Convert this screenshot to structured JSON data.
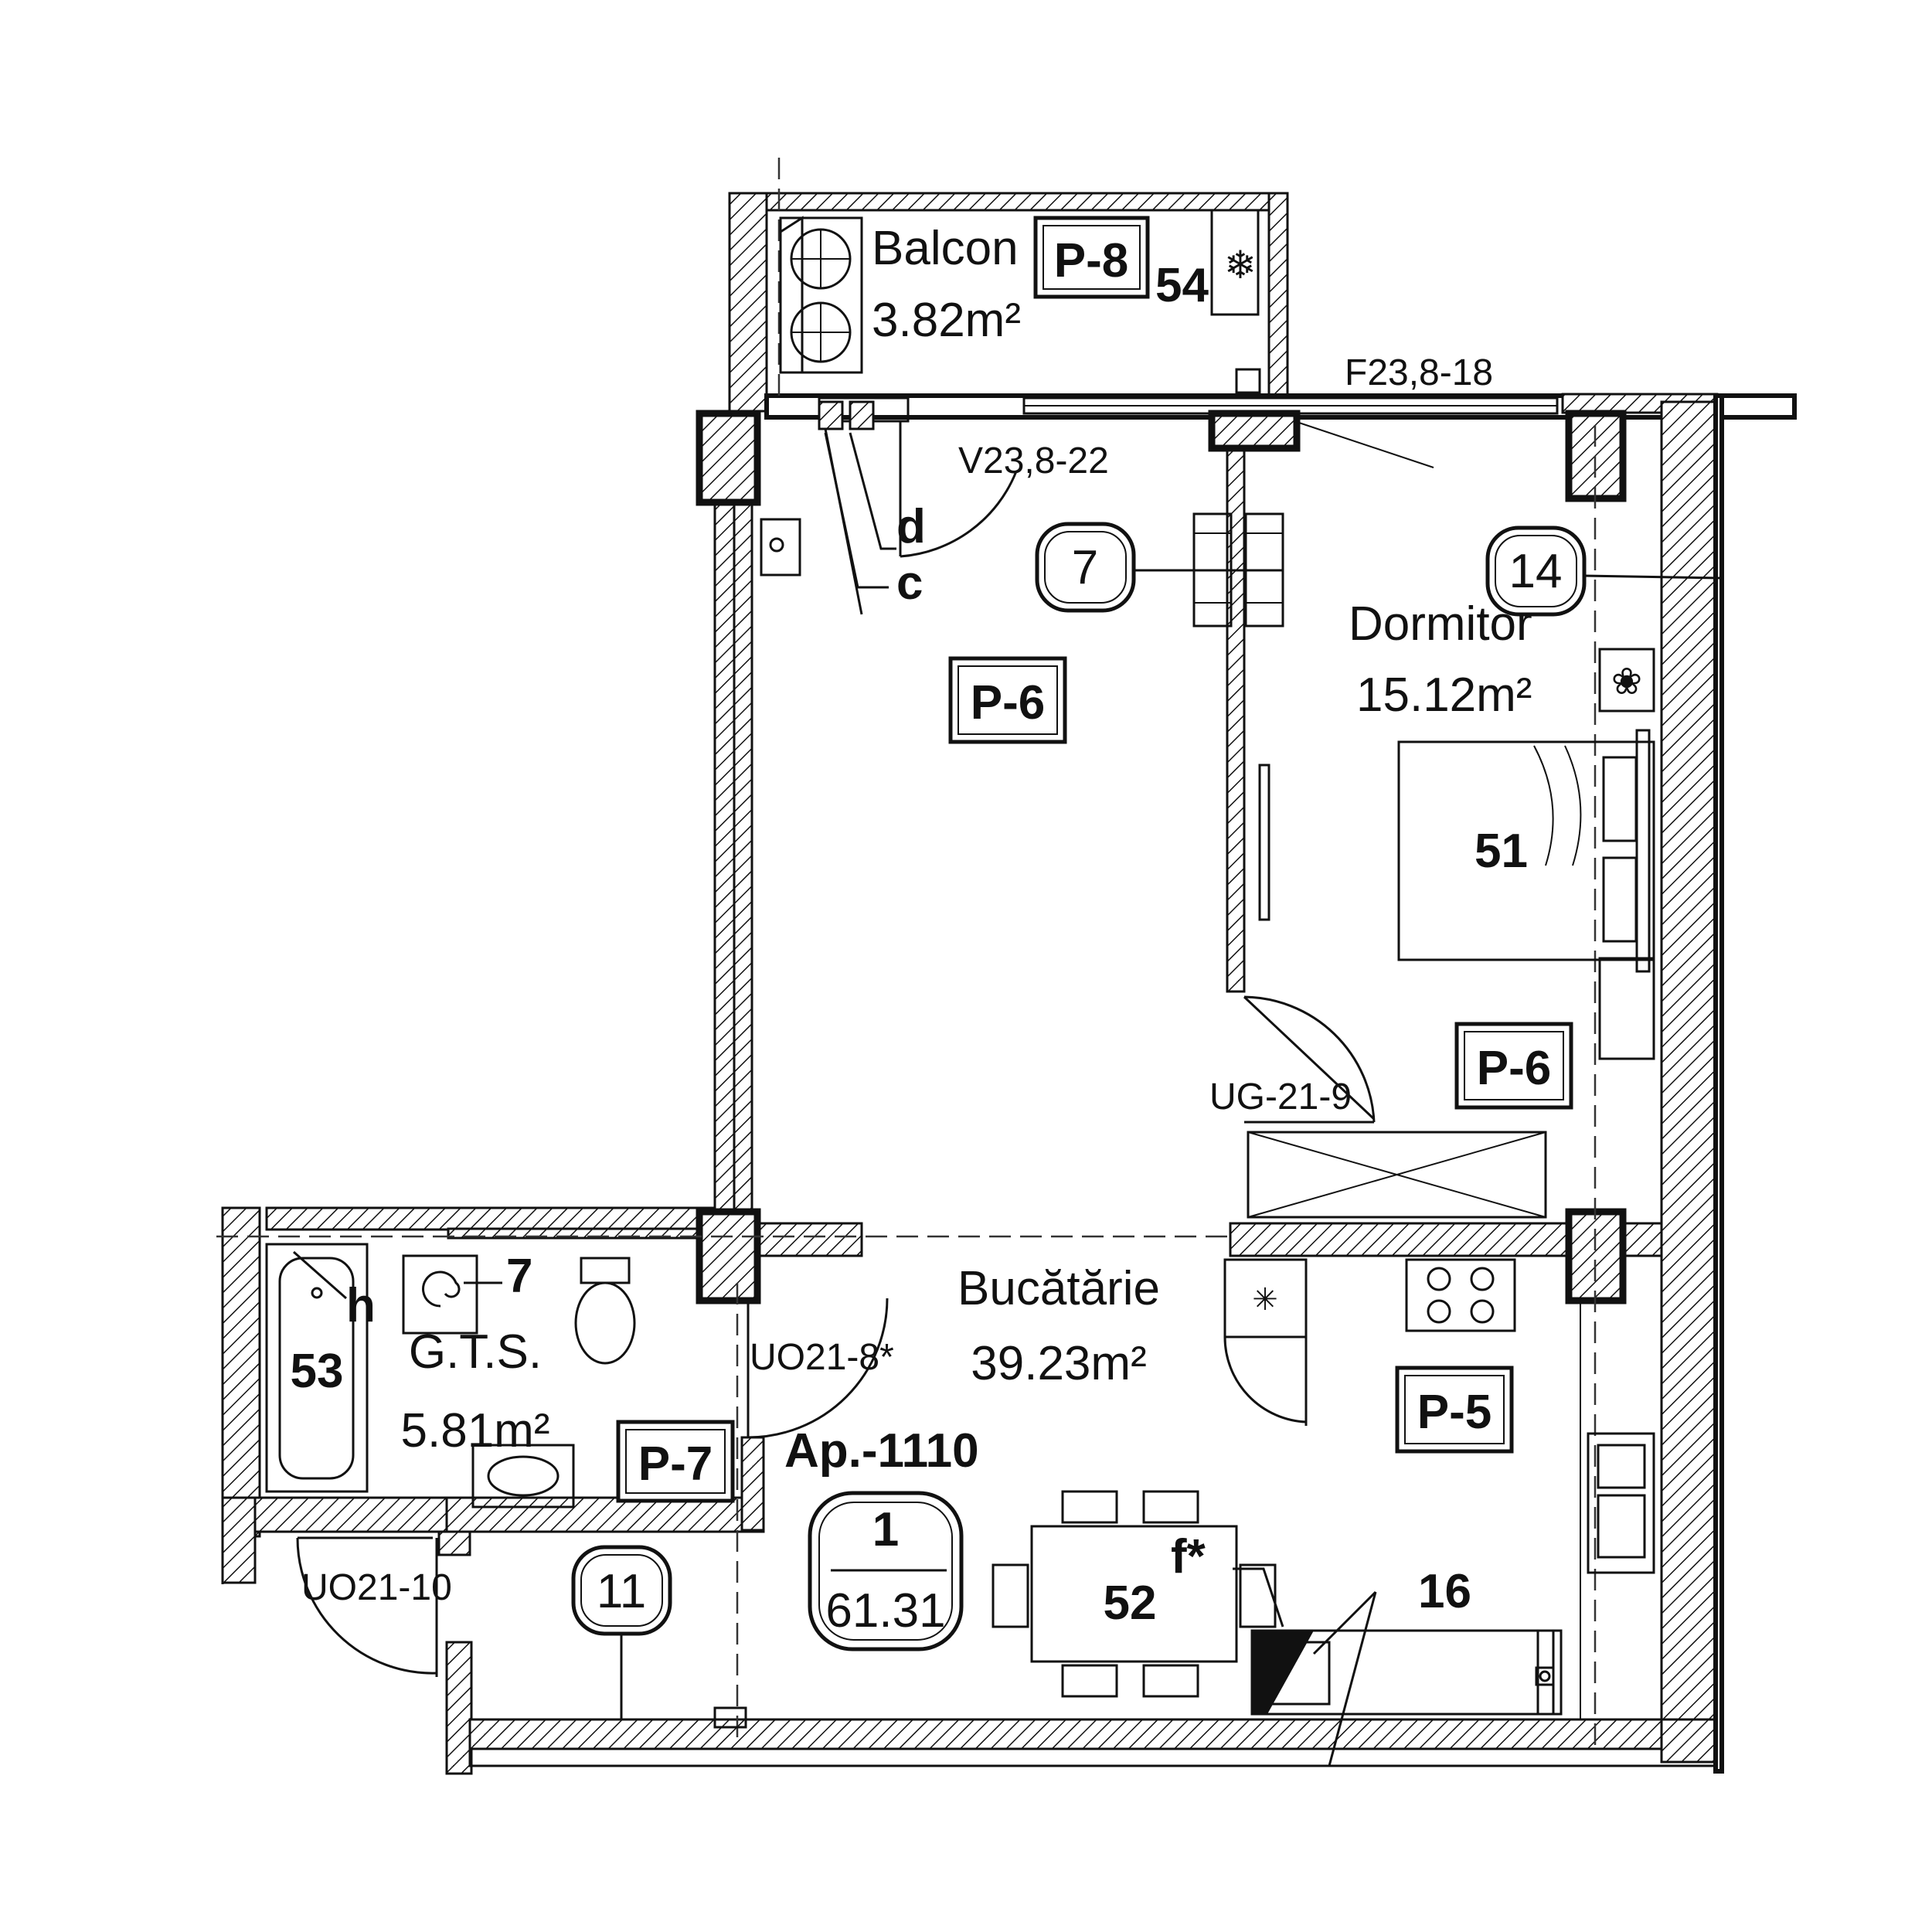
{
  "plan": {
    "apartment_label": "Ap.-1110",
    "apartment_number": "1",
    "apartment_area": "61.31",
    "rooms": {
      "balcon": {
        "name": "Balcon",
        "area": "3.82m²",
        "furniture_tag": "54",
        "finish_tag": "P-8"
      },
      "living": {
        "finish_tag": "P-6"
      },
      "dormitor": {
        "name": "Dormitor",
        "area": "15.12m²",
        "furniture_tag": "51",
        "finish_tag": "P-6"
      },
      "bucatarie": {
        "name": "Bucătărie",
        "area": "39.23m²",
        "furniture_tag": "52",
        "finish_tag": "P-5"
      },
      "gts": {
        "name": "G.T.S.",
        "area": "5.81m²",
        "furniture_tag": "53",
        "finish_tag": "P-7"
      }
    },
    "openings": {
      "window_balcony": "V23,8-22",
      "window_bedroom": "F23,8-18",
      "door_bedroom": "UG-21-9",
      "door_bath": "UO21-8*",
      "door_entry": "UO21-10"
    },
    "circle_tags": {
      "t7": "7",
      "t14": "14",
      "t11": "11"
    },
    "markers": {
      "c": "c",
      "d": "d",
      "h": "h",
      "f": "f*",
      "n7": "7",
      "n16": "16"
    },
    "colors": {
      "line": "#111111",
      "background": "#ffffff"
    }
  }
}
